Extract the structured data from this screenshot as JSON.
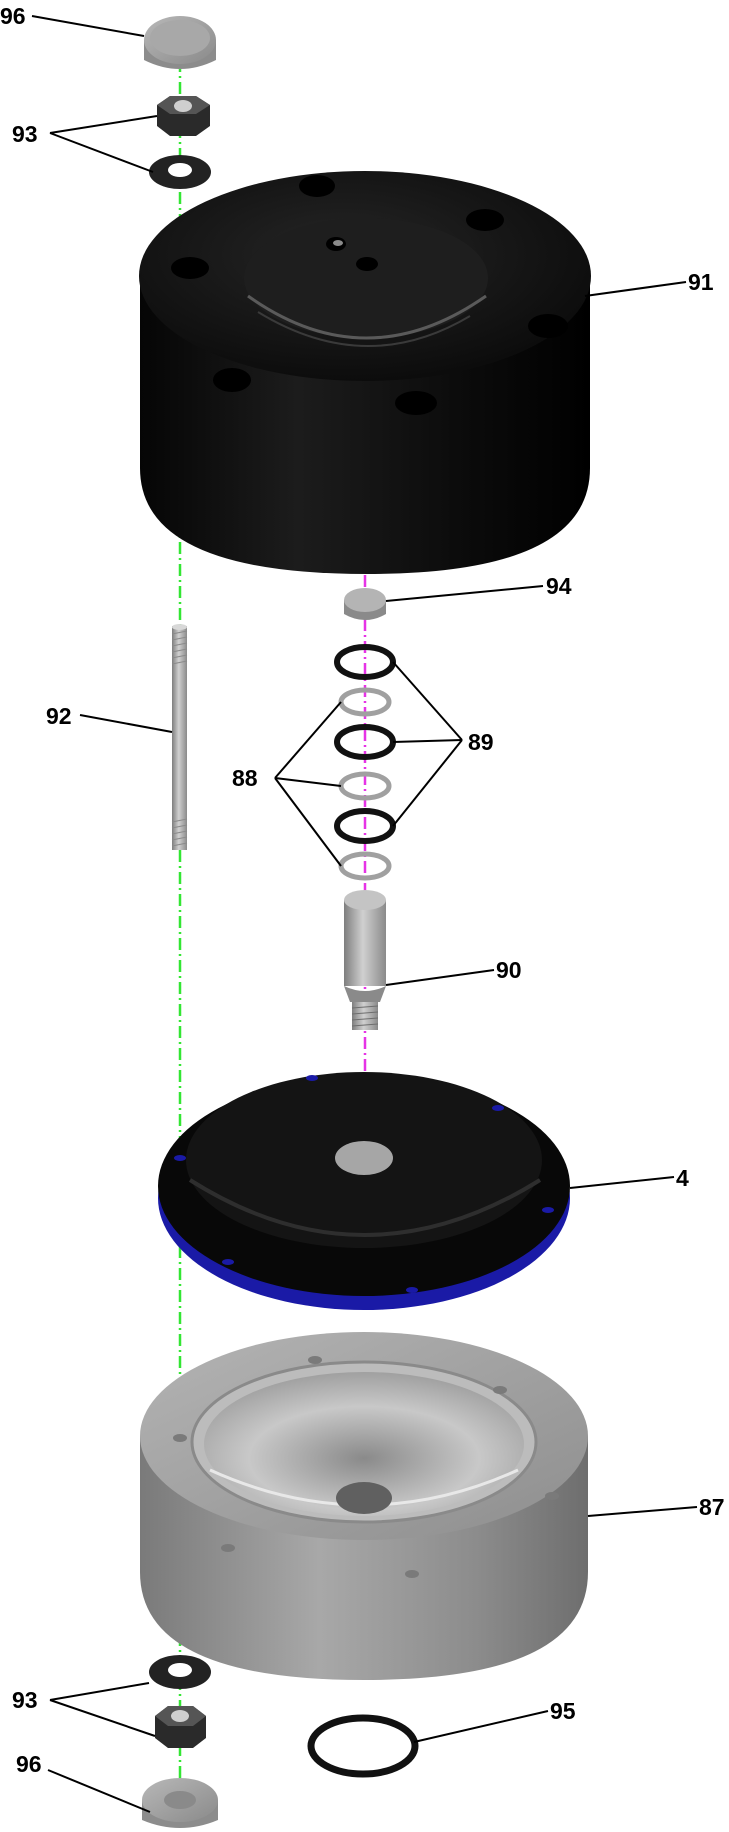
{
  "diagram": {
    "callouts": {
      "c96_top": "96",
      "c93_top": "93",
      "c91": "91",
      "c94": "94",
      "c92": "92",
      "c89": "89",
      "c88": "88",
      "c90": "90",
      "c4": "4",
      "c87": "87",
      "c93_bottom": "93",
      "c95": "95",
      "c96_bottom": "96"
    },
    "colors": {
      "axis_left": "#33e633",
      "axis_center": "#e633e6",
      "black_part": "#0a0a0a",
      "grey_part": "#9a9a9a",
      "blue_edge": "#1a1aa6"
    }
  }
}
